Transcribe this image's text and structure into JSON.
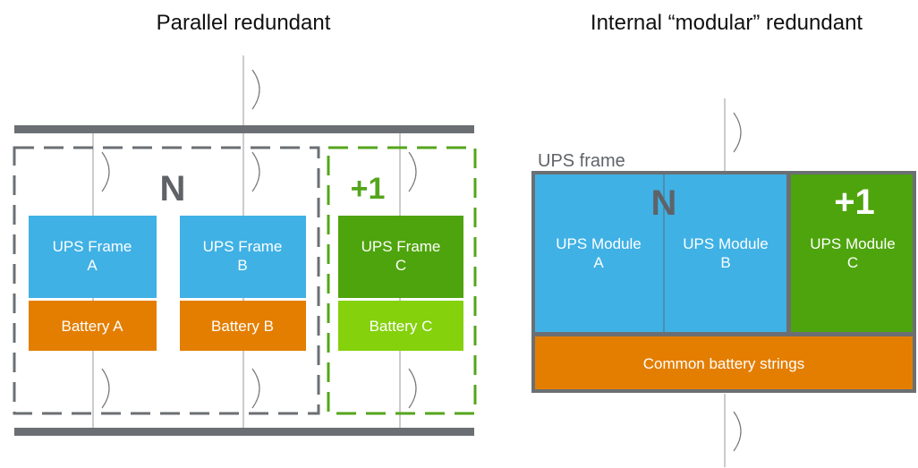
{
  "left": {
    "title": "Parallel redundant",
    "n_label": "N",
    "plus_label": "+1",
    "frames": [
      {
        "line1": "UPS Frame",
        "line2": "A",
        "battery": "Battery A",
        "color": "#3fb1e5",
        "battery_color": "#e47e00"
      },
      {
        "line1": "UPS Frame",
        "line2": "B",
        "battery": "Battery B",
        "color": "#3fb1e5",
        "battery_color": "#e47e00"
      },
      {
        "line1": "UPS Frame",
        "line2": "C",
        "battery": "Battery C",
        "color": "#4ea40c",
        "battery_color": "#84d10c"
      }
    ]
  },
  "right": {
    "title": "Internal “modular” redundant",
    "frame_label": "UPS frame",
    "n_label": "N",
    "plus_label": "+1",
    "modules": [
      {
        "line1": "UPS Module",
        "line2": "A"
      },
      {
        "line1": "UPS Module",
        "line2": "B"
      },
      {
        "line1": "UPS Module",
        "line2": "C"
      }
    ],
    "battery": "Common battery strings"
  },
  "colors": {
    "blue": "#3fb1e5",
    "orange": "#e47e00",
    "green_dark": "#4ea40c",
    "green_light": "#84d10c",
    "gray": "#6b6f73",
    "n_text": "#5f6368",
    "plus_green": "#55a51c"
  }
}
